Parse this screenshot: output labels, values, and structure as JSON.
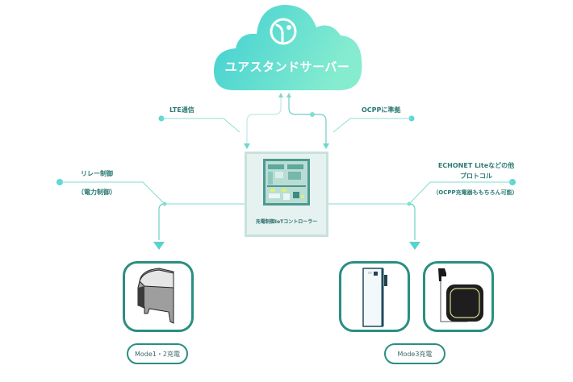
{
  "cloud": {
    "title": "ユアスタンドサーバー",
    "logo_icon": "yourstand-logo-icon",
    "gradient_from": "#3fcfd2",
    "gradient_to": "#7fe8d2"
  },
  "links": {
    "lte": "LTE通信",
    "ocpp": "OCPPに準拠",
    "relay_line1": "リレー制御",
    "relay_line2": "（電力制御）",
    "echonet_line1": "ECHONET Liteなどの他",
    "echonet_line2": "プロトコル",
    "echonet_line3": "（OCPP充電器ももちろん可能）"
  },
  "controller": {
    "label": "充電制御IoTコントローラー",
    "image_icon": "controller-board-icon"
  },
  "devices": {
    "left": [
      {
        "name": "mode12-outlet",
        "icon": "outlet-cover-icon"
      }
    ],
    "right": [
      {
        "name": "mode3-charger-stand",
        "icon": "charger-stand-icon"
      },
      {
        "name": "mode3-wall-charger",
        "icon": "wall-charger-icon"
      }
    ]
  },
  "modes": {
    "left": "Mode1・2充電",
    "right": "Mode3充電"
  },
  "colors": {
    "line": "#6fd8cc",
    "dot": "#5fd6d6",
    "text": "#2b7a73",
    "card_border": "#2a8f80"
  }
}
